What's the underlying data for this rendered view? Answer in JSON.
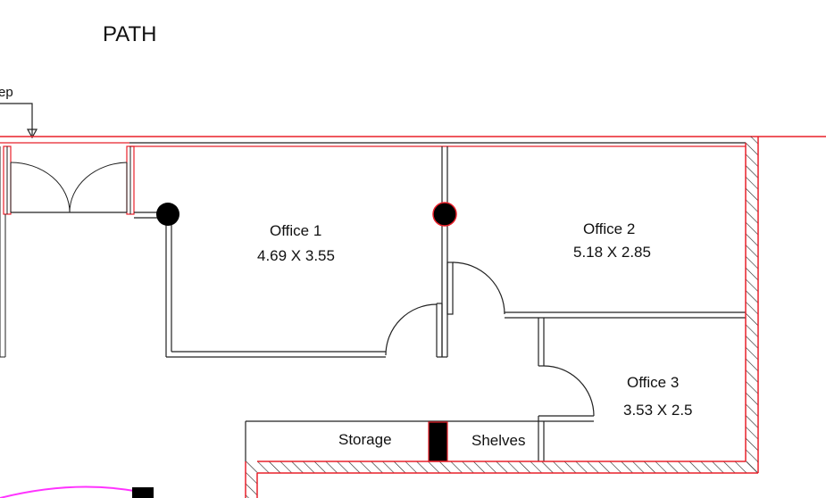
{
  "title": "PATH",
  "callout": "ep",
  "rooms": [
    {
      "name": "Office 1",
      "dims": "4.69 X 3.55"
    },
    {
      "name": "Office 2",
      "dims": "5.18 X 2.85"
    },
    {
      "name": "Office 3",
      "dims": "3.53 X 2.5"
    }
  ],
  "labels": {
    "storage": "Storage",
    "shelves": "Shelves"
  },
  "colors": {
    "wall": "#e8202a",
    "line": "#222222",
    "column": "#000000",
    "arc": "#ff33ff"
  }
}
